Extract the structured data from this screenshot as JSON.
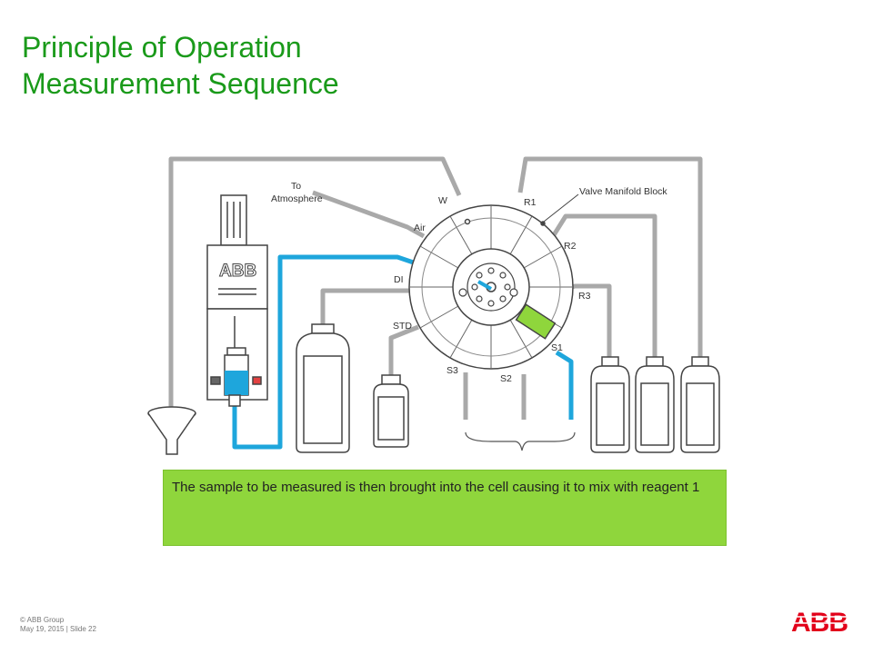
{
  "slide": {
    "title": "Principle of Operation",
    "subtitle": "Measurement Sequence",
    "caption": "The sample to be measured is then brought into the cell causing it to mix with reagent 1"
  },
  "diagram": {
    "labels": {
      "to_atmosphere": [
        "To",
        "Atmosphere"
      ],
      "w": "W",
      "air": "Air",
      "di": "DI",
      "std": "STD",
      "s3": "S3",
      "s2": "S2",
      "s1": "S1",
      "r1": "R1",
      "r2": "R2",
      "r3": "R3",
      "valve_manifold_block": "Valve Manifold Block"
    },
    "colors": {
      "tubing": "#a9a9a9",
      "active_flow": "#1ea6dc",
      "active_port": "#8fd63c"
    }
  },
  "footer": {
    "copyright": "© ABB Group",
    "date_slide": "May 19, 2015 | Slide 22"
  },
  "logo": {
    "text": "ABB",
    "color": "#e2001a"
  }
}
